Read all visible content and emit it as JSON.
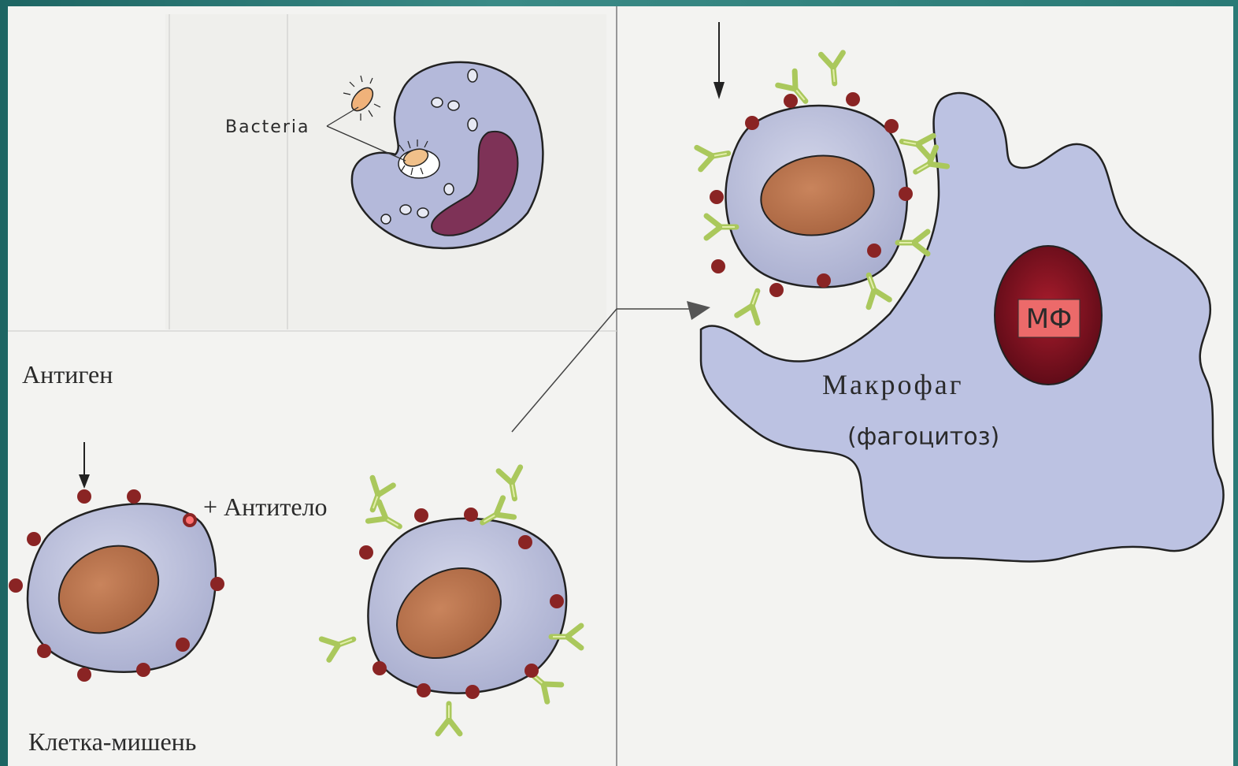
{
  "labels": {
    "bacteria": "Bacteria",
    "antigen": "Антиген",
    "antibody": "+ Антитело",
    "target_cell": "Клетка-мишень",
    "macrophage": "Макрофаг",
    "phagocytosis": "(фагоцитоз)",
    "macrophage_nucleus": "МФ"
  },
  "colors": {
    "cell_fill": "#b9bdd8",
    "nucleus_fill": "#b9744f",
    "antigen_dot": "#8a2424",
    "antibody": "#b6d36a",
    "macrophage_fill": "#bfc5e2",
    "macrophage_nucleus": "#7a1424",
    "nucleus_label_bg": "#ec6a6a"
  }
}
